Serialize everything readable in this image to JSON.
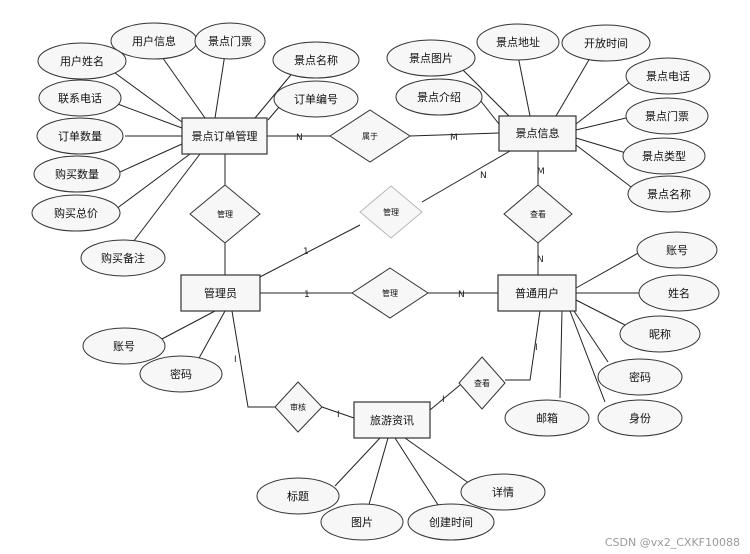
{
  "entities": {
    "spot_order": "景点订单管理",
    "spot_info": "景点信息",
    "admin": "管理员",
    "user": "普通用户",
    "travel_news": "旅游资讯"
  },
  "relations": {
    "belongs": "属于",
    "manage_order": "管理",
    "manage_spot": "管理",
    "manage_user": "管理",
    "view_spot": "查看",
    "review_news": "审核",
    "view_news": "查看"
  },
  "attributes": {
    "spot_order": [
      "用户信息",
      "景点门票",
      "用户姓名",
      "景点名称",
      "联系电话",
      "订单编号",
      "订单数量",
      "购买数量",
      "购买总价",
      "购买备注"
    ],
    "spot_info": [
      "景点图片",
      "景点地址",
      "开放时间",
      "景点电话",
      "景点介绍",
      "景点门票",
      "景点类型",
      "景点名称"
    ],
    "admin": [
      "账号",
      "密码"
    ],
    "user": [
      "账号",
      "姓名",
      "昵称",
      "密码",
      "邮箱",
      "身份"
    ],
    "travel_news": [
      "标题",
      "图片",
      "创建时间",
      "详情"
    ]
  },
  "cardinality": {
    "order_belongs": "N",
    "belongs_spot": "M",
    "spot_view": "M",
    "view_user": "N",
    "admin_spot": "1",
    "manage_spot_n": "N",
    "admin_user": "1",
    "manage_user_n": "N",
    "admin_review": "I",
    "review_news": "I",
    "news_view": "I",
    "view_news_user": "I"
  },
  "watermark": "CSDN @vx2_CXKF10088"
}
